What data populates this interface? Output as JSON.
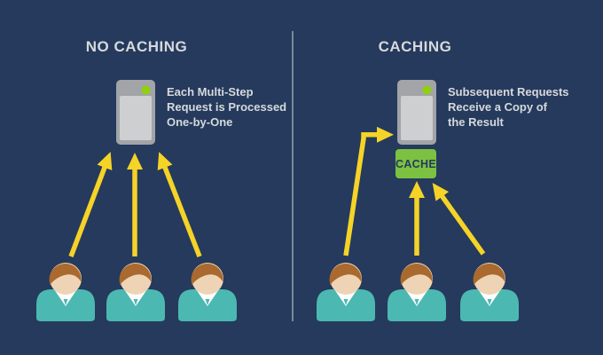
{
  "colors": {
    "background": "#253a5c",
    "text": "#d6d9dc",
    "arrow_yellow": "#f5d327",
    "divider": "#98a1ae",
    "server_body": "#a2a4a8",
    "server_panel": "#cdcfd1",
    "server_led_green": "#8ed10c",
    "cache_green": "#7cc142",
    "cache_text": "#253a5c",
    "person_shirt": "#4cb8b2",
    "person_skin": "#eed4b5",
    "person_hair": "#a9692f",
    "person_collar": "#ffffff"
  },
  "left_panel": {
    "title": "NO CACHING",
    "description": [
      "Each Multi-Step",
      "Request is Processed",
      "One-by-One"
    ]
  },
  "right_panel": {
    "title": "CACHING",
    "cache_label": "CACHE",
    "description": [
      "Subsequent Requests",
      "Receive a Copy of",
      "the Result"
    ]
  }
}
